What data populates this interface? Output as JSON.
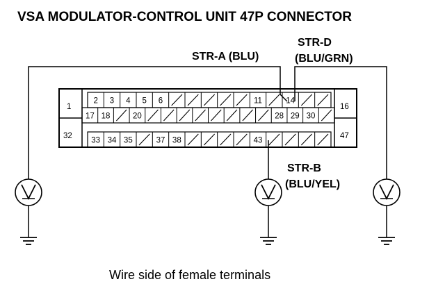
{
  "title": "VSA MODULATOR-CONTROL UNIT 47P CONNECTOR",
  "caption": "Wire side of female terminals",
  "connector": {
    "left_terminals": [
      "1",
      "32"
    ],
    "right_terminals": [
      "16",
      "47"
    ],
    "row1": [
      "2",
      "3",
      "4",
      "5",
      "6",
      "",
      "",
      "",
      "",
      "",
      "11",
      "",
      "14",
      "",
      ""
    ],
    "row2": [
      "17",
      "18",
      "",
      "20",
      "",
      "",
      "",
      "",
      "",
      "",
      "",
      "",
      "28",
      "29",
      "30",
      ""
    ],
    "row3": [
      "33",
      "34",
      "35",
      "",
      "37",
      "38",
      "",
      "",
      "",
      "",
      "43",
      "",
      "",
      "",
      ""
    ]
  },
  "probes": [
    {
      "id": "str-a",
      "label_line1": "STR-A (BLU)",
      "label_line2": ""
    },
    {
      "id": "str-d",
      "label_line1": "STR-D",
      "label_line2": "(BLU/GRN)"
    },
    {
      "id": "str-b",
      "label_line1": "STR-B",
      "label_line2": "(BLU/YEL)"
    }
  ],
  "meter_symbol": "V"
}
